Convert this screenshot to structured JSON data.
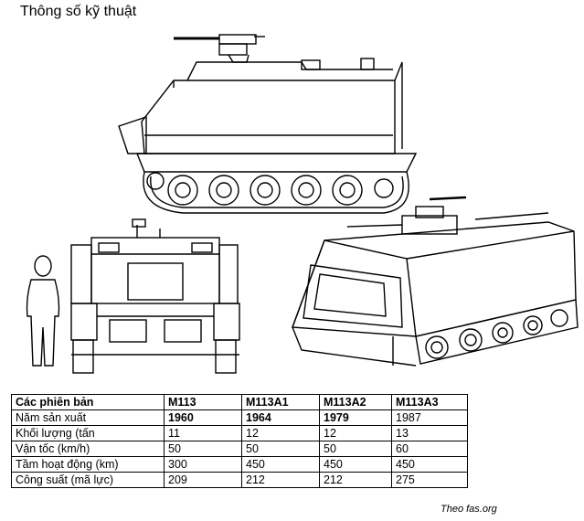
{
  "title": "Thông số kỹ thuật",
  "source": "Theo fas.org",
  "table": {
    "header": [
      "Các phiên bản",
      "M113",
      "M113A1",
      "M113A2",
      "M113A3"
    ],
    "rows": [
      {
        "label": "Năm sản xuất",
        "values": [
          "1960",
          "1964",
          "1979",
          "1987"
        ],
        "bold": [
          true,
          true,
          true,
          false
        ]
      },
      {
        "label": "Khối lượng (tấn",
        "values": [
          "11",
          "12",
          "12",
          "13"
        ],
        "bold": [
          false,
          false,
          false,
          false
        ]
      },
      {
        "label": "Vận tốc (km/h)",
        "values": [
          "50",
          "50",
          "50",
          "60"
        ],
        "bold": [
          false,
          false,
          false,
          false
        ]
      },
      {
        "label": "Tầm hoạt động (km)",
        "values": [
          "300",
          "450",
          "450",
          "450"
        ],
        "bold": [
          false,
          false,
          false,
          false
        ]
      },
      {
        "label": "Công suất (mã lực)",
        "values": [
          "209",
          "212",
          "212",
          "275"
        ],
        "bold": [
          false,
          false,
          false,
          false
        ]
      }
    ]
  },
  "colors": {
    "line": "#000000",
    "background": "#ffffff"
  }
}
